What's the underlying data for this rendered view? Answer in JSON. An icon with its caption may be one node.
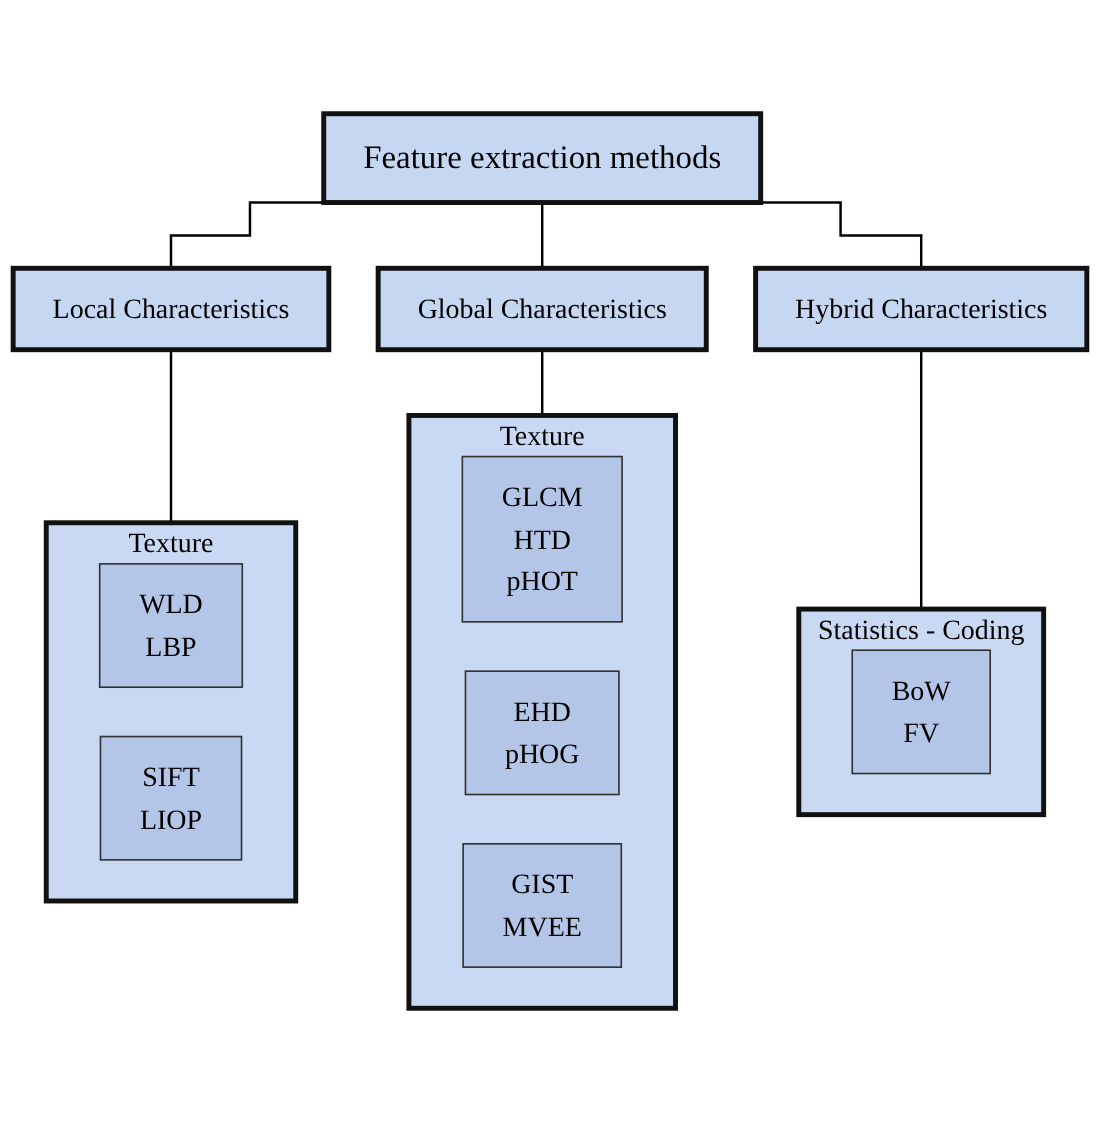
{
  "diagram": {
    "nodes": [
      {
        "text": [
          "Feature extraction methods"
        ]
      },
      {
        "text": [
          "Local Characteristics"
        ]
      },
      {
        "text": [
          "Global Characteristics"
        ]
      },
      {
        "text": [
          "Hybrid Characteristics"
        ]
      },
      {
        "text": [
          "Texture"
        ]
      },
      {
        "text": [
          "WLD",
          "LBP"
        ],
        "in": 4
      },
      {
        "text": [
          "SIFT",
          "LIOP"
        ],
        "in": 4
      },
      {
        "text": [
          "Texture"
        ]
      },
      {
        "text": [
          "GLCM",
          "HTD",
          "pHOT"
        ],
        "in": 7
      },
      {
        "text": [
          "EHD",
          "pHOG"
        ],
        "in": 7
      },
      {
        "text": [
          "GIST",
          "MVEE"
        ],
        "in": 7
      },
      {
        "text": [
          "Statistics - Coding"
        ]
      },
      {
        "text": [
          "BoW",
          "FV"
        ],
        "in": 11
      }
    ],
    "edges": [
      {
        "from": 0,
        "to": 1,
        "arrow": "none"
      },
      {
        "from": 0,
        "to": 2,
        "arrow": "none"
      },
      {
        "from": 0,
        "to": 3,
        "arrow": "none"
      },
      {
        "from": 1,
        "to": 4,
        "arrow": "none"
      },
      {
        "from": 2,
        "to": 7,
        "arrow": "none"
      },
      {
        "from": 3,
        "to": 11,
        "arrow": "none"
      }
    ]
  }
}
